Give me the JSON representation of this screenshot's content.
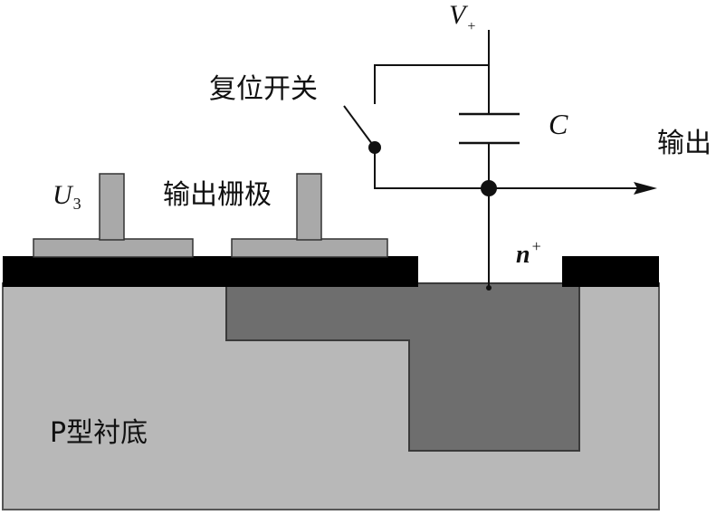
{
  "labels": {
    "v_plus": "V",
    "v_plus_sub": "+",
    "reset_switch": "复位开关",
    "capacitor": "C",
    "output": "输出",
    "u3": "U",
    "u3_sub": "3",
    "output_gate": "输出栅极",
    "n_plus": "n",
    "n_plus_sup": "+",
    "substrate": "P型衬底"
  },
  "colors": {
    "substrate": "#b8b8b8",
    "diffusion": "#6e6e6e",
    "oxide": "#000000",
    "gate": "#a9a9a9",
    "wire": "#111111"
  }
}
